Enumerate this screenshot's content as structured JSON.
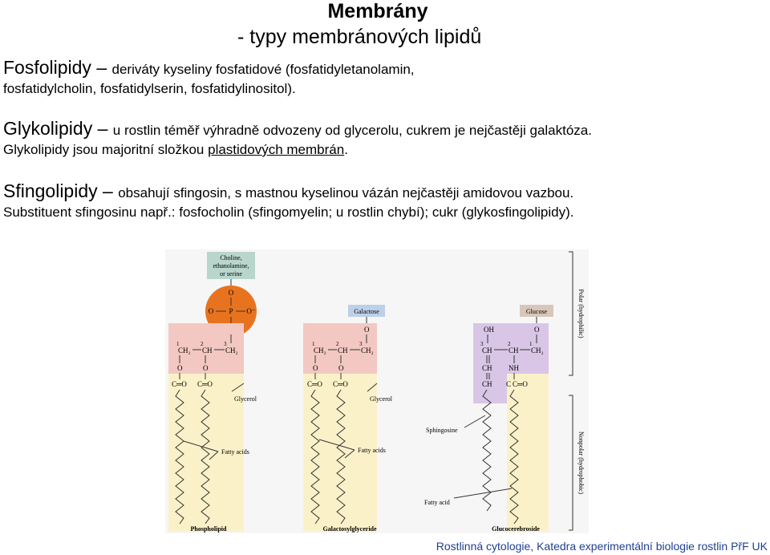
{
  "title": "Membrány",
  "subtitle": "- typy membránových lipidů",
  "paragraphs": {
    "fosfo": {
      "term": "Fosfolipidy",
      "dash": " – ",
      "line1": "deriváty kyseliny fosfatidové (fosfatidyletanolamin,",
      "line2": "fosfatidylcholin, fosfatidylserin, fosfatidylinositol)."
    },
    "glyko": {
      "term": "Glykolipidy",
      "dash": " – ",
      "line1": "u rostlin téměř výhradně odvozeny od glycerolu, cukrem je nejčastěji galaktóza.",
      "line2_pre": "Glykolipidy jsou majoritní složkou ",
      "line2_link": "plastidových membrán",
      "line2_post": "."
    },
    "sfingo": {
      "term": "Sfingolipidy",
      "dash": " – ",
      "line1": "obsahují sfingosin, s mastnou kyselinou vázán nejčastěji amidovou vazbou.",
      "line2": "Substituent sfingosinu např.: fosfocholin (sfingomyelin; u rostlin chybí); cukr  (glykosfingolipidy)."
    }
  },
  "figure": {
    "choline_label": [
      "Choline,",
      "ethanolamine,",
      "or serine"
    ],
    "galactose": "Galactose",
    "glucose": "Glucose",
    "polar": "Polar (hydrophilic)",
    "nonpolar": "Nonpolar (hydrophobic)",
    "glycerol": "Glycerol",
    "fatty_acids": "Fatty acids",
    "sphingosine": "Sphingosine",
    "fatty_acid": "Fatty acid",
    "phospholipid": "Phospholipid",
    "galactosylglyceride": "Galactosylglyceride",
    "glucocerebroside": "Glucocerebroside",
    "atoms": {
      "O": "O",
      "P": "P",
      "Ominus": "O⁻",
      "CH2": "CH₂",
      "CH": "CH",
      "NH": "NH",
      "OH": "OH",
      "CO": "C═O",
      "C": "C",
      "one": "1",
      "two": "2",
      "three": "3"
    }
  },
  "footer": "Rostlinná cytologie, Katedra experimentální biologie rostlin PřF UK"
}
